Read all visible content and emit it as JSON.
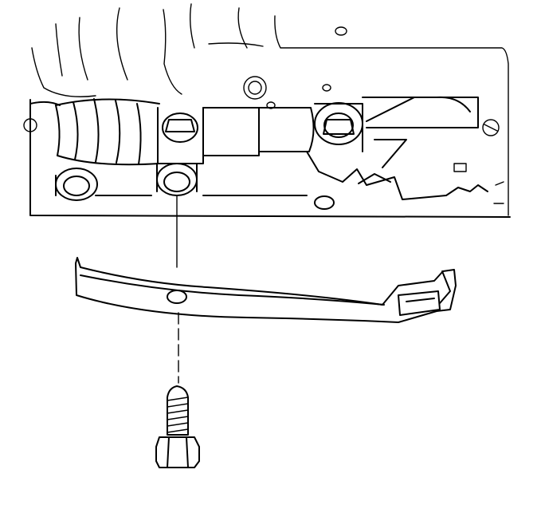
{
  "diagram": {
    "ink_color": "#000000",
    "paper_color": "#ffffff",
    "parts": [
      "valve-body",
      "bracket",
      "bolt"
    ],
    "assembly_line": "dashed"
  }
}
